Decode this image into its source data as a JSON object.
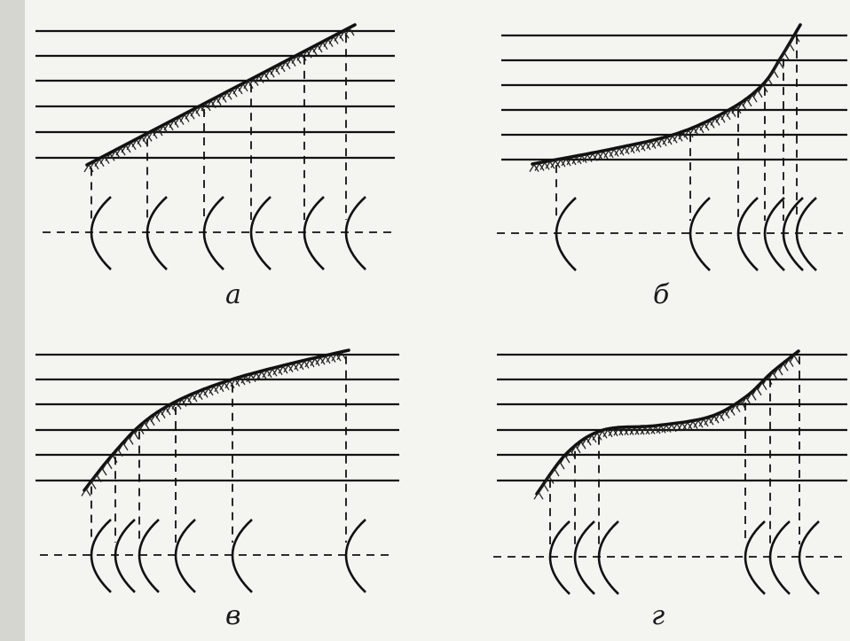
{
  "panels": [
    {
      "id": "a",
      "label": "а",
      "curve_shape": "linear"
    },
    {
      "id": "b",
      "label": "б",
      "curve_shape": "convex-rising"
    },
    {
      "id": "v",
      "label": "в",
      "curve_shape": "concave-saturating"
    },
    {
      "id": "g",
      "label": "г",
      "curve_shape": "s-shaped"
    }
  ],
  "colors": {
    "ink": "#111111",
    "paper": "#f4f4f1"
  }
}
